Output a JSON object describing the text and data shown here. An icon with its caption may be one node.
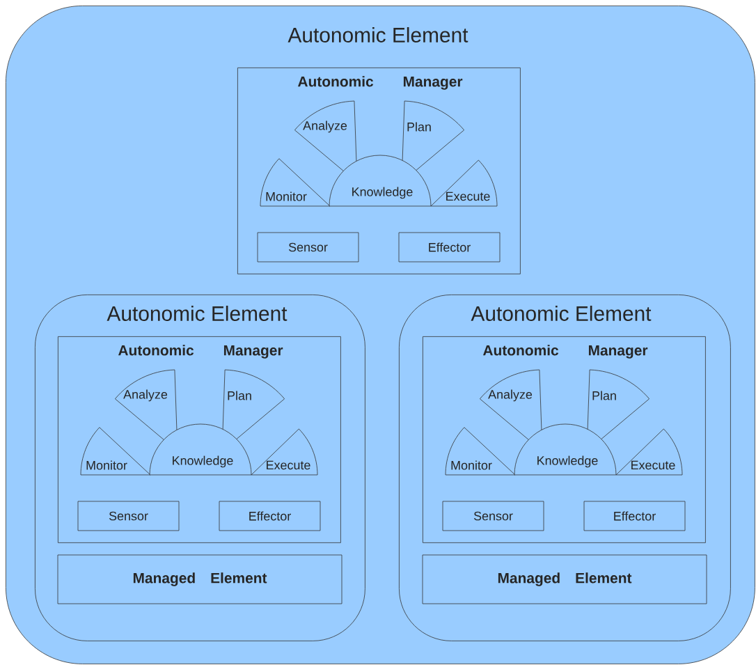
{
  "diagram": {
    "nodes": [
      {
        "text": [
          "Autonomic Element"
        ]
      },
      {
        "text": [
          "Autonomic Manager"
        ],
        "in": 0
      },
      {
        "text": [
          "Analyze"
        ],
        "in": 1
      },
      {
        "text": [
          "Plan"
        ],
        "in": 1
      },
      {
        "text": [
          "Monitor"
        ],
        "in": 1
      },
      {
        "text": [
          "Knowledge"
        ],
        "in": 1
      },
      {
        "text": [
          "Execute"
        ],
        "in": 1
      },
      {
        "text": [
          "Sensor"
        ],
        "in": 1
      },
      {
        "text": [
          "Effector"
        ],
        "in": 1
      },
      {
        "text": [
          "Autonomic Element"
        ],
        "in": 0
      },
      {
        "text": [
          "Autonomic Manager"
        ],
        "in": 9
      },
      {
        "text": [
          "Analyze"
        ],
        "in": 10
      },
      {
        "text": [
          "Plan"
        ],
        "in": 10
      },
      {
        "text": [
          "Monitor"
        ],
        "in": 10
      },
      {
        "text": [
          "Knowledge"
        ],
        "in": 10
      },
      {
        "text": [
          "Execute"
        ],
        "in": 10
      },
      {
        "text": [
          "Sensor"
        ],
        "in": 10
      },
      {
        "text": [
          "Effector"
        ],
        "in": 10
      },
      {
        "text": [
          "Managed Element"
        ],
        "in": 9
      },
      {
        "text": [
          "Autonomic Element"
        ],
        "in": 0
      },
      {
        "text": [
          "Autonomic Manager"
        ],
        "in": 19
      },
      {
        "text": [
          "Analyze"
        ],
        "in": 20
      },
      {
        "text": [
          "Plan"
        ],
        "in": 20
      },
      {
        "text": [
          "Monitor"
        ],
        "in": 20
      },
      {
        "text": [
          "Knowledge"
        ],
        "in": 20
      },
      {
        "text": [
          "Execute"
        ],
        "in": 20
      },
      {
        "text": [
          "Sensor"
        ],
        "in": 20
      },
      {
        "text": [
          "Effector"
        ],
        "in": 20
      },
      {
        "text": [
          "Managed Element"
        ],
        "in": 19
      }
    ],
    "edges": []
  }
}
